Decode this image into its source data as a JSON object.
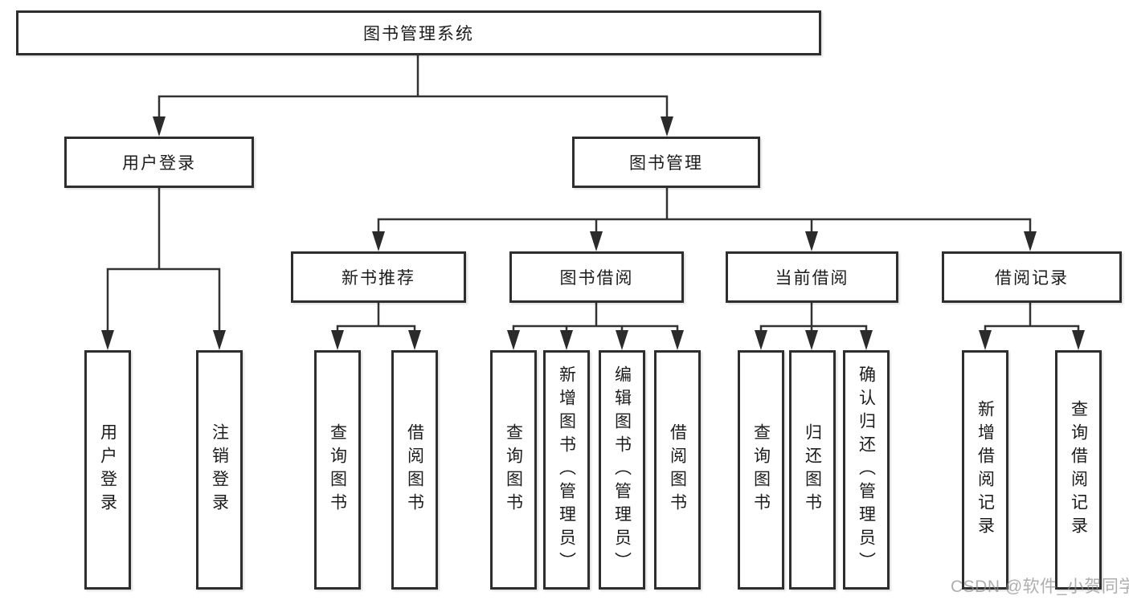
{
  "tree": {
    "root": {
      "label": "图书管理系统"
    },
    "branches": [
      {
        "label": "用户登录",
        "children": [
          {
            "label": "用户登录"
          },
          {
            "label": "注销登录"
          }
        ]
      },
      {
        "label": "图书管理",
        "children": [
          {
            "label": "新书推荐",
            "children": [
              {
                "label": "查询图书"
              },
              {
                "label": "借阅图书"
              }
            ]
          },
          {
            "label": "图书借阅",
            "children": [
              {
                "label": "查询图书"
              },
              {
                "label": "新增图书（管理员）"
              },
              {
                "label": "编辑图书（管理员）"
              },
              {
                "label": "借阅图书"
              }
            ]
          },
          {
            "label": "当前借阅",
            "children": [
              {
                "label": "查询图书"
              },
              {
                "label": "归还图书"
              },
              {
                "label": "确认归还（管理员）"
              }
            ]
          },
          {
            "label": "借阅记录",
            "children": [
              {
                "label": "新增借阅记录"
              },
              {
                "label": "查询借阅记录"
              }
            ]
          }
        ]
      }
    ]
  },
  "watermark": {
    "text": "CSDN @软件_小贺同学"
  },
  "colors": {
    "line": "#333333",
    "arrow": "#2b2b2b",
    "box_border": "#2e2e2e",
    "text": "#1c1c1c",
    "background": "#ffffff",
    "watermark_gray": "#8f8f8f"
  }
}
